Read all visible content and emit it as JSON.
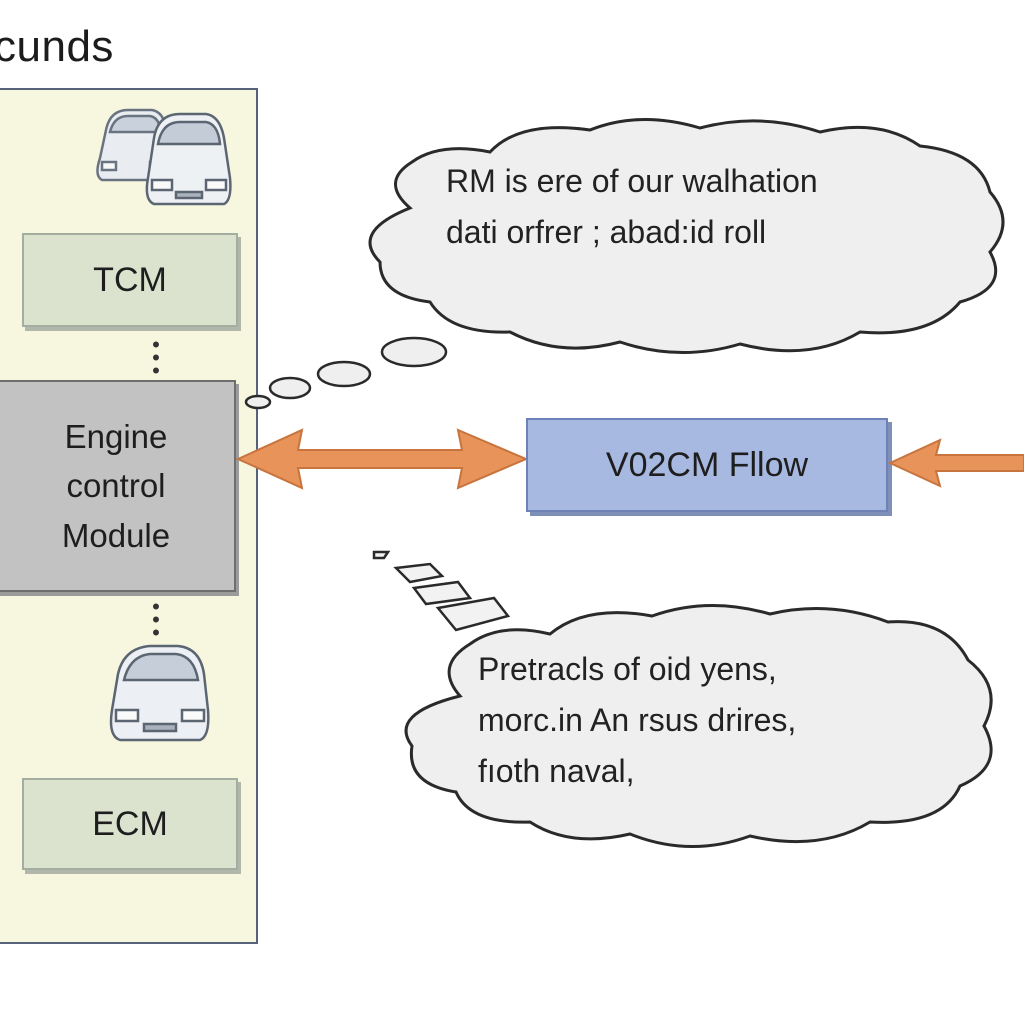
{
  "heading": "cunds",
  "modules": {
    "tcm": "TCM",
    "engine": [
      "Engine",
      "control",
      "Module"
    ],
    "ecm": "ECM"
  },
  "flow_box": "V02CM Fllow",
  "cloud_top": [
    "RM is ere of our walhation",
    "dati orfrer ; abad:id roll"
  ],
  "cloud_bottom": [
    "Pretracls of oid yens,",
    "morc.in An rsus drires,",
    "fıoth naval,"
  ],
  "icons": [
    "car-pair-icon",
    "car-icon",
    "thought-bubble-icon",
    "double-arrow-icon"
  ],
  "colors": {
    "panel": "#f7f6df",
    "module_green": "#dbe3cf",
    "engine_grey": "#c2c2c2",
    "flow_blue": "#a7b9e0",
    "arrow_orange": "#e8935a",
    "cloud_fill": "#efefef"
  }
}
